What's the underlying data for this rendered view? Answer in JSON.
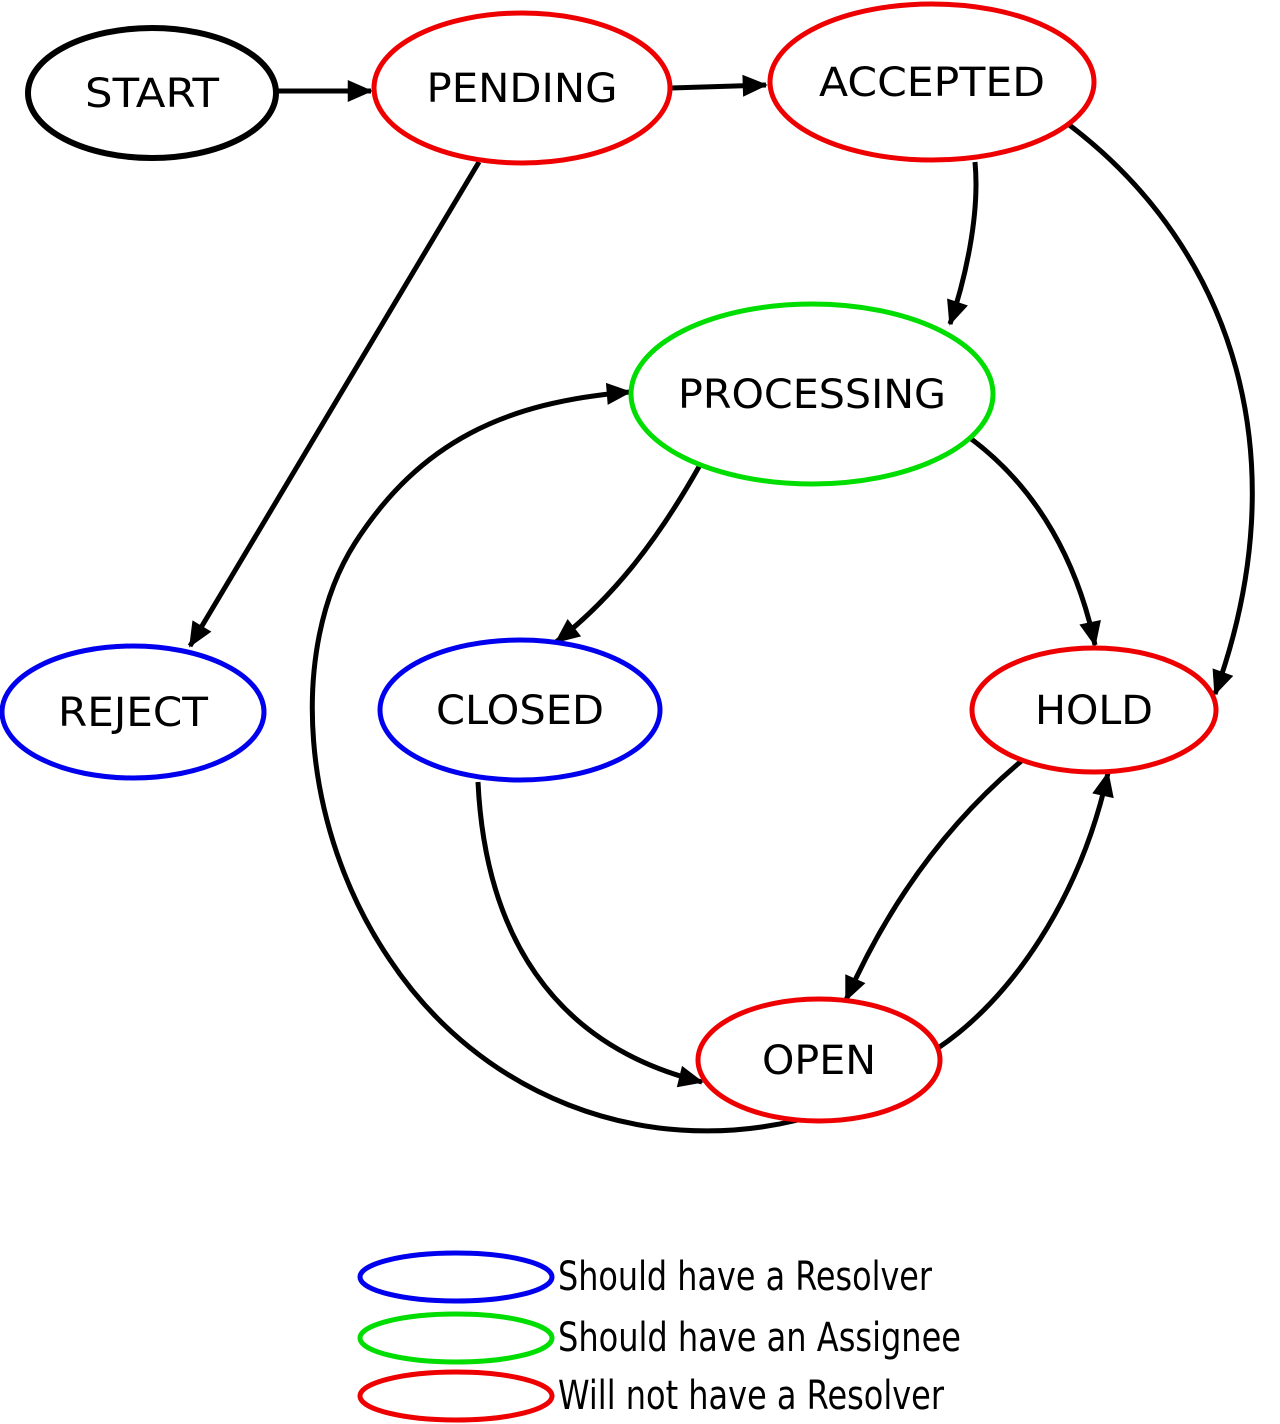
{
  "colors": {
    "red": "#EE0000",
    "green": "#00DD00",
    "blue": "#0000EE",
    "black": "#000000"
  },
  "diagram": {
    "nodes": {
      "start": {
        "label": "START",
        "fill": "#00DD00",
        "border": "#000000"
      },
      "pending": {
        "label": "PENDING",
        "color": "#EE0000"
      },
      "accepted": {
        "label": "ACCEPTED",
        "color": "#EE0000"
      },
      "processing": {
        "label": "PROCESSING",
        "color": "#00DD00"
      },
      "reject": {
        "label": "REJECT",
        "color": "#0000EE"
      },
      "closed": {
        "label": "CLOSED",
        "color": "#0000EE"
      },
      "hold": {
        "label": "HOLD",
        "color": "#EE0000"
      },
      "open": {
        "label": "OPEN",
        "color": "#EE0000"
      }
    },
    "transitions": [
      {
        "from": "START",
        "to": "PENDING"
      },
      {
        "from": "PENDING",
        "to": "ACCEPTED"
      },
      {
        "from": "PENDING",
        "to": "REJECT"
      },
      {
        "from": "ACCEPTED",
        "to": "PROCESSING"
      },
      {
        "from": "ACCEPTED",
        "to": "HOLD"
      },
      {
        "from": "PROCESSING",
        "to": "CLOSED"
      },
      {
        "from": "PROCESSING",
        "to": "HOLD"
      },
      {
        "from": "HOLD",
        "to": "OPEN"
      },
      {
        "from": "OPEN",
        "to": "HOLD"
      },
      {
        "from": "CLOSED",
        "to": "OPEN"
      },
      {
        "from": "OPEN",
        "to": "PROCESSING"
      }
    ]
  },
  "legend": {
    "items": [
      {
        "label": "Should have a Resolver",
        "color": "#0000EE"
      },
      {
        "label": "Should have an Assignee",
        "color": "#00DD00"
      },
      {
        "label": "Will not have a Resolver",
        "color": "#EE0000"
      }
    ]
  }
}
